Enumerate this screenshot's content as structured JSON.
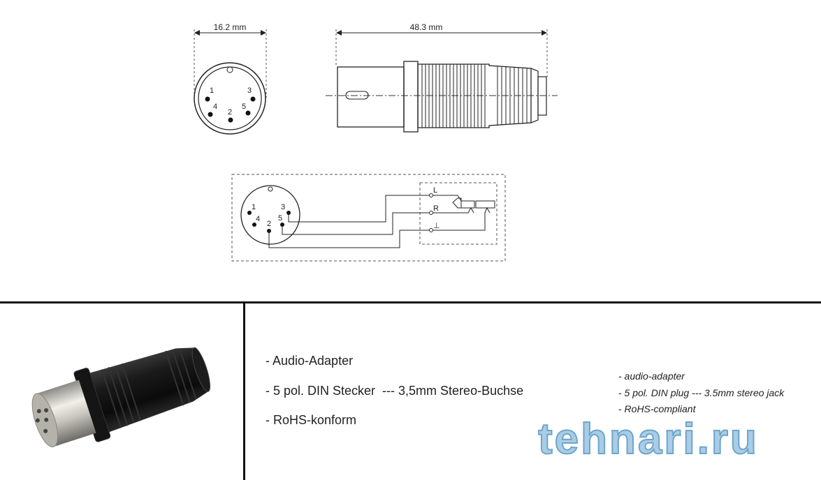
{
  "drawing": {
    "dim_front_width": "16.2 mm",
    "dim_side_length": "48.3 mm",
    "front_pins": [
      "1",
      "3",
      "4",
      "5",
      "2"
    ],
    "schematic_pins": [
      "1",
      "3",
      "4",
      "5",
      "2"
    ],
    "jack_labels": [
      "L",
      "R",
      "⊥"
    ]
  },
  "features_de": [
    "- Audio-Adapter",
    "- 5 pol. DIN Stecker  --- 3,5mm Stereo-Buchse",
    "- RoHS-konform"
  ],
  "features_en": [
    "- audio-adapter",
    "- 5 pol. DIN plug --- 3.5mm stereo jack",
    "- RoHS-compliant"
  ],
  "watermark": "tehnari.ru",
  "colors": {
    "line": "#111111",
    "watermark_fill": "#a9cde6",
    "watermark_stroke": "#6fa5cc"
  }
}
